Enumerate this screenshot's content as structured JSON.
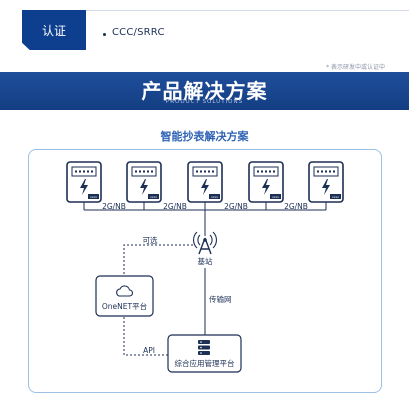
{
  "certification": {
    "badge": "认证",
    "items": [
      "CCC/SRRC"
    ],
    "footnote": "* 表示研发中或认证中"
  },
  "banner": {
    "title": "产品解决方案",
    "subtitle": "PRODUCT SOLUTIONS"
  },
  "diagram": {
    "title": "智能抄表解决方案",
    "meters": [
      {
        "label": "xxxx"
      },
      {
        "label": "xxxx"
      },
      {
        "label": "xxxx"
      },
      {
        "label": "xxxx"
      },
      {
        "label": "xxxx"
      }
    ],
    "link_labels": [
      "2G/NB",
      "2G/NB",
      "2G/NB",
      "2G/NB"
    ],
    "base_station": "基站",
    "optional_label": "可选",
    "onenet": "OneNET平台",
    "transport": "传输网",
    "api": "API",
    "platform": "综合应用管理平台"
  },
  "colors": {
    "navy": "#0e3f8e",
    "banner": "#1a4690",
    "accent_blue": "#2f62b4",
    "panel_border": "#9cc0e6"
  }
}
